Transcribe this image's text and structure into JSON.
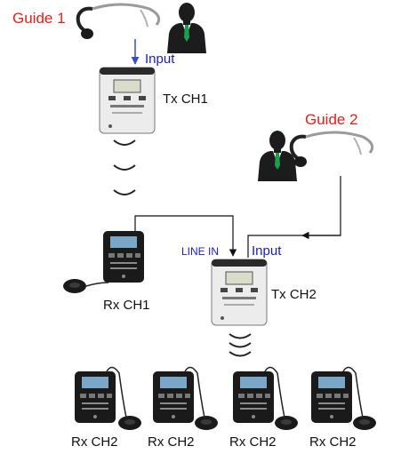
{
  "labels": {
    "guide1": "Guide 1",
    "guide2": "Guide 2",
    "input1": "Input",
    "input2": "Input",
    "line_in": "LINE IN",
    "tx_ch1": "Tx CH1",
    "tx_ch2": "Tx CH2",
    "rx_ch1": "Rx CH1",
    "rx_ch2": [
      "Rx CH2",
      "Rx CH2",
      "Rx CH2",
      "Rx CH2"
    ]
  },
  "colors": {
    "guide_label": "#e8201a",
    "input_label": "#1a1ac8",
    "device_label": "#111111",
    "wire": "#111111",
    "suit": "#1c1c1c",
    "tie": "#18a050",
    "transmitter_body": "#ececec",
    "receiver_body": "#1a1a1a"
  },
  "icons": {
    "guide": "guide-person-icon",
    "headset": "headset-mic-icon",
    "transmitter": "transmitter-icon",
    "receiver": "receiver-icon",
    "earphone": "earphone-icon",
    "wireless": "wireless-signal-icon"
  }
}
